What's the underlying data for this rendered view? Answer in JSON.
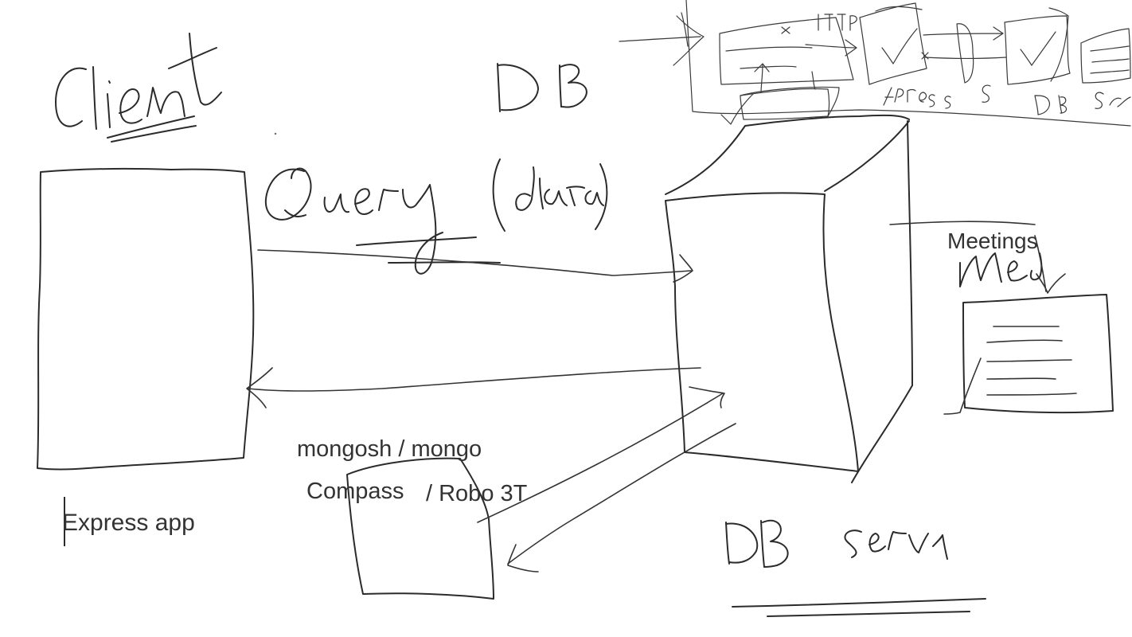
{
  "labels": {
    "meetings": "Meetings",
    "mongosh": "mongosh / mongo",
    "compass": "Compass",
    "robo": "/ Robo 3T",
    "express_app": "Express app"
  },
  "colors": {
    "ink": "#2b2b2b",
    "background": "#ffffff"
  }
}
